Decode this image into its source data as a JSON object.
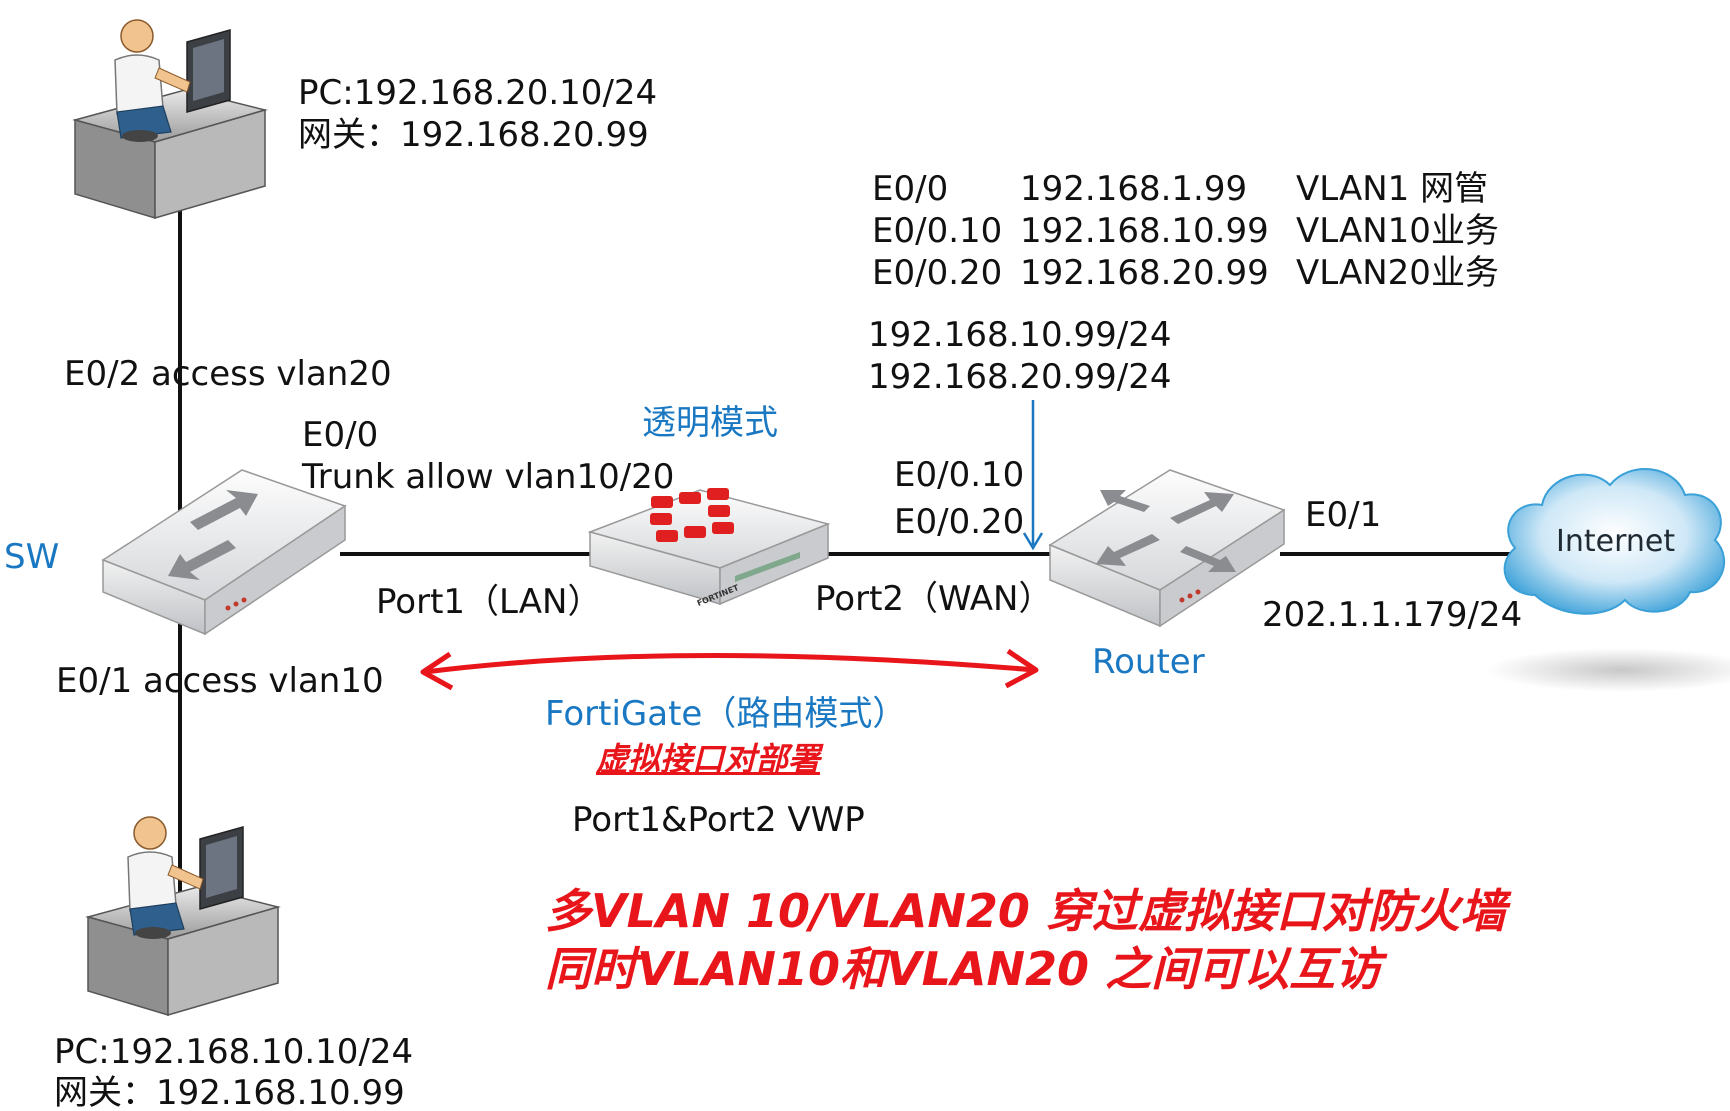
{
  "pc_top": {
    "ip": "PC:192.168.20.10/24",
    "gateway": "网关：192.168.20.99"
  },
  "pc_bottom": {
    "ip": "PC:192.168.10.10/24",
    "gateway": "网关：192.168.10.99"
  },
  "switch": {
    "label": "SW",
    "port_e02": "E0/2 access vlan20",
    "port_e01": "E0/1 access vlan10",
    "port_e00": "E0/0",
    "trunk": "Trunk allow vlan10/20"
  },
  "firewall": {
    "mode": "透明模式",
    "port1": "Port1（LAN）",
    "port2": "Port2（WAN）",
    "brand_text": "FORTINET",
    "product": "FortiGate（路由模式）",
    "vwp_title": "虚拟接口对部署",
    "vwp": "Port1&Port2 VWP"
  },
  "router": {
    "label": "Router",
    "subif_table": [
      {
        "iface": "E0/0",
        "ip": "192.168.1.99",
        "desc": "VLAN1 网管"
      },
      {
        "iface": "E0/0.10",
        "ip": "192.168.10.99",
        "desc": "VLAN10业务"
      },
      {
        "iface": "E0/0.20",
        "ip": "192.168.20.99",
        "desc": "VLAN20业务"
      }
    ],
    "ip_a": "192.168.10.99/24",
    "ip_b": "192.168.20.99/24",
    "subif_a": "E0/0.10",
    "subif_b": "E0/0.20",
    "wan_port": "E0/1",
    "wan_ip": "202.1.1.179/24"
  },
  "internet": {
    "label": "Internet"
  },
  "summary": {
    "line1": "多VLAN 10/VLAN20 穿过虚拟接口对防火墙",
    "line2": "同时VLAN10和VLAN20 之间可以互访"
  },
  "colors": {
    "accent_blue": "#1a78c2",
    "alert_red": "#e8161b",
    "fortinet_red": "#e02020",
    "link_black": "#111111"
  },
  "icons": {
    "pc": "workstation-icon",
    "switch": "switch-icon",
    "firewall": "fortigate-firewall-icon",
    "router": "router-icon",
    "cloud": "cloud-icon"
  }
}
